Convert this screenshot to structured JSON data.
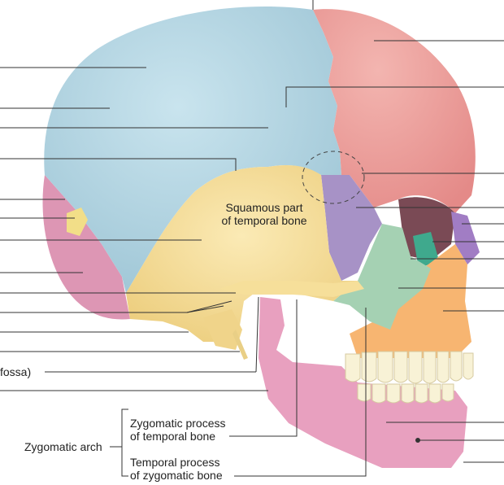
{
  "diagram": {
    "labels": {
      "squamous": "Squamous part\nof temporal bone",
      "fossa_fragment": "fossa)",
      "zygomatic_arch": "Zygomatic arch",
      "zygomatic_process": "Zygomatic process\nof temporal bone",
      "temporal_process": "Temporal process\nof zygomatic bone"
    },
    "colors": {
      "parietal": "#b9d9e6",
      "frontal": "#ef9f9d",
      "temporal": "#f6df9a",
      "occipital": "#dd96b4",
      "sphenoid": "#a792c6",
      "zygomatic": "#a5d1b3",
      "maxilla": "#f7b571",
      "mandible": "#e8a0bf",
      "nasal_purple": "#a17dc4",
      "teeth": "#f8f2d6",
      "leader": "#333333"
    }
  }
}
